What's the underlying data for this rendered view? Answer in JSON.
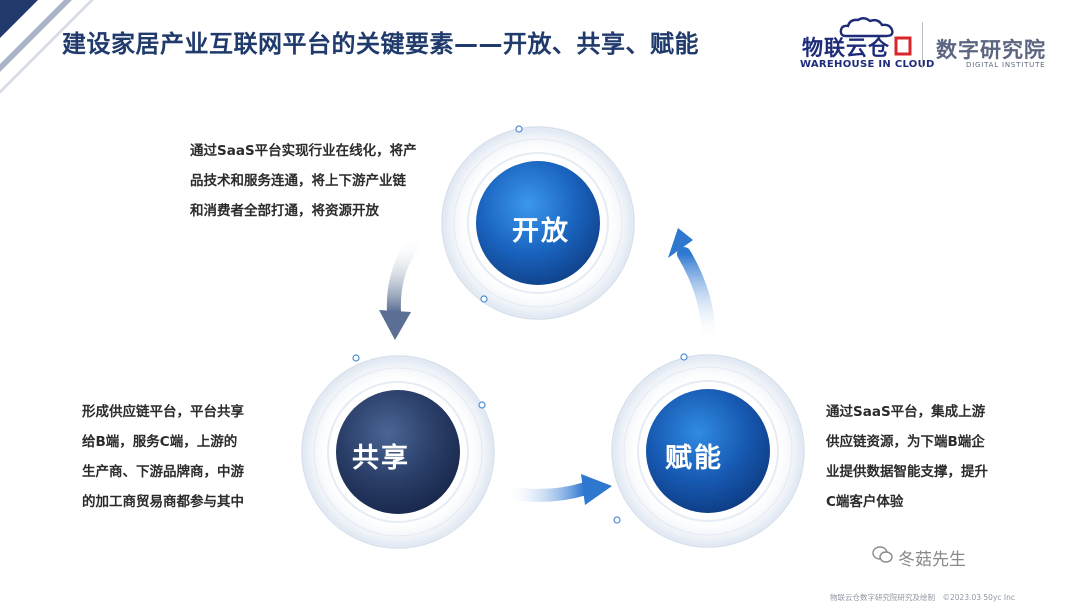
{
  "header": {
    "title": "建设家居产业互联网平台的关键要素——开放、共享、赋能"
  },
  "logos": {
    "warehouse_name": "物联云仓",
    "warehouse_sub": "WAREHOUSE IN CLOUD",
    "institute_name": "数字研究院",
    "institute_sub": "DIGITAL INSTITUTE"
  },
  "cycle": {
    "nodes": [
      {
        "label": "开放",
        "desc": [
          "通过SaaS平台实现行业在线化，将产",
          "品技术和服务连通，将上下游产业链",
          "和消费者全部打通，将资源开放"
        ]
      },
      {
        "label": "共享",
        "desc": [
          "形成供应链平台，平台共享",
          "给B端，服务C端，上游的",
          "生产商、下游品牌商，中游",
          "的加工商贸易商都参与其中"
        ]
      },
      {
        "label": "赋能",
        "desc": [
          "通过SaaS平台，集成上游",
          "供应链资源，为下端B端企",
          "业提供数据智能支撑，提升",
          "C端客户体验"
        ]
      }
    ]
  },
  "watermark": "冬菇先生",
  "footer": "物联云仓数字研究院研究及绘制　©2023.03 50yc Inc",
  "colors": {
    "title": "#1f3a6b",
    "node_open": "#1f6fc8",
    "node_share": "#2c3f68",
    "node_empower": "#1b5fb5",
    "accent": "#1e2b78",
    "logo_red": "#d9262c"
  }
}
